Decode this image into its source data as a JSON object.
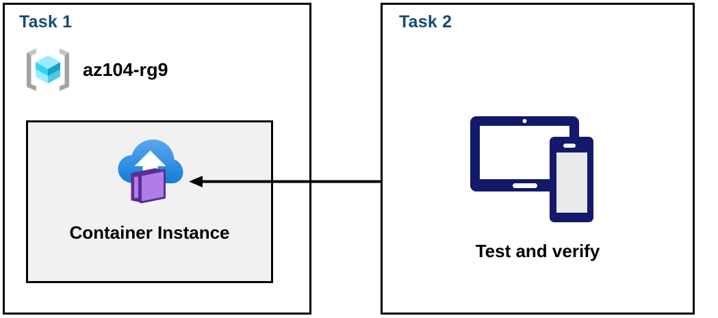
{
  "diagram": {
    "title": "Azure container instance task diagram",
    "background": "#ffffff",
    "colors": {
      "panel_border": "#000000",
      "task_title": "#134b76",
      "container_box_fill": "#f1f1f1",
      "arrow": "#000000",
      "device_navy": "#131a6b",
      "cloud_blue_light": "#50a0e8",
      "cloud_blue_dark": "#1380d4",
      "container_purple_light": "#b07ce8",
      "container_purple_dark": "#5c2d91",
      "cube_cyan": "#50e6ff",
      "bracket_grey": "#a0a0a0"
    }
  },
  "task1": {
    "title": "Task 1",
    "resource_group": {
      "icon": "azure-resource-group-icon",
      "label": "az104-rg9"
    },
    "container": {
      "icon": "azure-container-instance-icon",
      "label": "Container Instance"
    }
  },
  "task2": {
    "title": "Task 2",
    "devices": {
      "icon": "tablet-and-phone-devices-icon",
      "label": "Test and verify"
    }
  },
  "connector": {
    "name": "flow-arrow",
    "direction": "right-to-left",
    "from": "Test and verify",
    "to": "Container Instance"
  }
}
